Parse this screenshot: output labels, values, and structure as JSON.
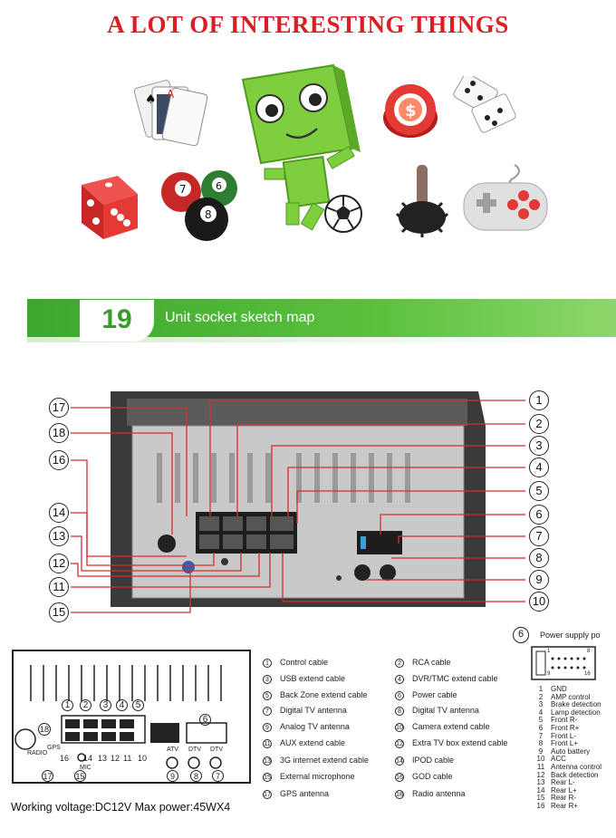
{
  "header": {
    "title": "A LOT OF INTERESTING THINGS"
  },
  "colors": {
    "title_red": "#d81f26",
    "band_green": "#3da72e"
  },
  "icons": [
    "playing-cards-icon",
    "robot-mascot-icon",
    "poker-chip-icon",
    "domino-icon",
    "dice-icon",
    "billiard-balls-icon",
    "soccer-ball-icon",
    "joystick-icon",
    "gamepad-icon"
  ],
  "section": {
    "number": "19",
    "title": "Unit socket sketch map"
  },
  "callouts": [
    "1",
    "2",
    "3",
    "4",
    "5",
    "6",
    "7",
    "8",
    "9",
    "10",
    "11",
    "12",
    "13",
    "14",
    "15",
    "16",
    "17",
    "18"
  ],
  "wiring_legend": [
    {
      "num": "1",
      "label": "Control cable"
    },
    {
      "num": "2",
      "label": "RCA cable"
    },
    {
      "num": "3",
      "label": "USB extend cable"
    },
    {
      "num": "4",
      "label": "DVR/TMC extend cable"
    },
    {
      "num": "5",
      "label": "Back Zone extend cable"
    },
    {
      "num": "6",
      "label": "Power cable"
    },
    {
      "num": "7",
      "label": "Digital TV antenna"
    },
    {
      "num": "8",
      "label": "Digital TV antenna"
    },
    {
      "num": "9",
      "label": "Analog TV antenna"
    },
    {
      "num": "10",
      "label": "Camera extend cable"
    },
    {
      "num": "11",
      "label": "AUX extend cable"
    },
    {
      "num": "12",
      "label": "Extra TV box extend cable"
    },
    {
      "num": "13",
      "label": "3G internet extend cable"
    },
    {
      "num": "14",
      "label": "IPOD cable"
    },
    {
      "num": "15",
      "label": "External microphone"
    },
    {
      "num": "16",
      "label": "GOD cable"
    },
    {
      "num": "17",
      "label": "GPS antenna"
    },
    {
      "num": "18",
      "label": "Radio antenna"
    }
  ],
  "schematic_labels": {
    "n1": "1",
    "n2": "2",
    "n3": "3",
    "n4": "4",
    "n5": "5",
    "n6": "6",
    "n7": "7",
    "n8": "8",
    "n9": "9",
    "n10": "10",
    "n11": "11",
    "n12": "12",
    "n13": "13",
    "n14": "14",
    "n15": "15",
    "n16": "16",
    "n17": "17",
    "n18": "18",
    "radio": "RADIO",
    "gps": "GPS",
    "mic": "MIC",
    "atv": "ATV",
    "dtv1": "DTV",
    "dtv2": "DTV"
  },
  "spec": "Working voltage:DC12V  Max power:45WX4",
  "power_supply": {
    "callout": "6",
    "title": "Power supply po",
    "pins": [
      {
        "num": "1",
        "label": "GND"
      },
      {
        "num": "2",
        "label": "AMP control"
      },
      {
        "num": "3",
        "label": "Brake detection"
      },
      {
        "num": "4",
        "label": "Lamp detection"
      },
      {
        "num": "5",
        "label": "Front R-"
      },
      {
        "num": "6",
        "label": "Front R+"
      },
      {
        "num": "7",
        "label": "Front L-"
      },
      {
        "num": "8",
        "label": "Front L+"
      },
      {
        "num": "9",
        "label": "Auto battery"
      },
      {
        "num": "10",
        "label": "ACC"
      },
      {
        "num": "11",
        "label": "Antenna control"
      },
      {
        "num": "12",
        "label": "Back detection"
      },
      {
        "num": "13",
        "label": "Rear L-"
      },
      {
        "num": "14",
        "label": "Rear L+"
      },
      {
        "num": "15",
        "label": "Rear R-"
      },
      {
        "num": "16",
        "label": "Rear R+"
      }
    ],
    "connector_marks": [
      "1",
      "8",
      "9",
      "16"
    ]
  }
}
